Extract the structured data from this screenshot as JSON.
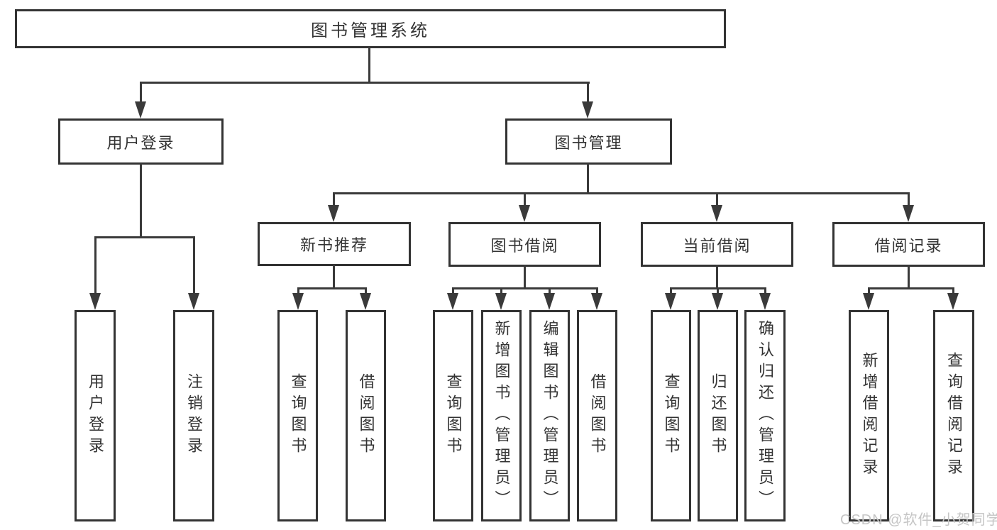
{
  "tree": {
    "label": "图书管理系统",
    "children": [
      {
        "label": "用户登录",
        "children": [
          {
            "label": "用户登录"
          },
          {
            "label": "注销登录"
          }
        ]
      },
      {
        "label": "图书管理",
        "children": [
          {
            "label": "新书推荐",
            "children": [
              {
                "label": "查询图书"
              },
              {
                "label": "借阅图书"
              }
            ]
          },
          {
            "label": "图书借阅",
            "children": [
              {
                "label": "查询图书"
              },
              {
                "label": "新增图书（管理员）"
              },
              {
                "label": "编辑图书（管理员）"
              },
              {
                "label": "借阅图书"
              }
            ]
          },
          {
            "label": "当前借阅",
            "children": [
              {
                "label": "查询图书"
              },
              {
                "label": "归还图书"
              },
              {
                "label": "确认归还（管理员）"
              }
            ]
          },
          {
            "label": "借阅记录",
            "children": [
              {
                "label": "新增借阅记录"
              },
              {
                "label": "查询借阅记录"
              }
            ]
          }
        ]
      }
    ]
  },
  "watermark": {
    "text": "CSDN @软件_小贺同学"
  },
  "colors": {
    "line": "#3a3a3a",
    "box_border": "#333333",
    "text": "#333333",
    "background": "#ffffff",
    "watermark": "#c5c5c5"
  }
}
